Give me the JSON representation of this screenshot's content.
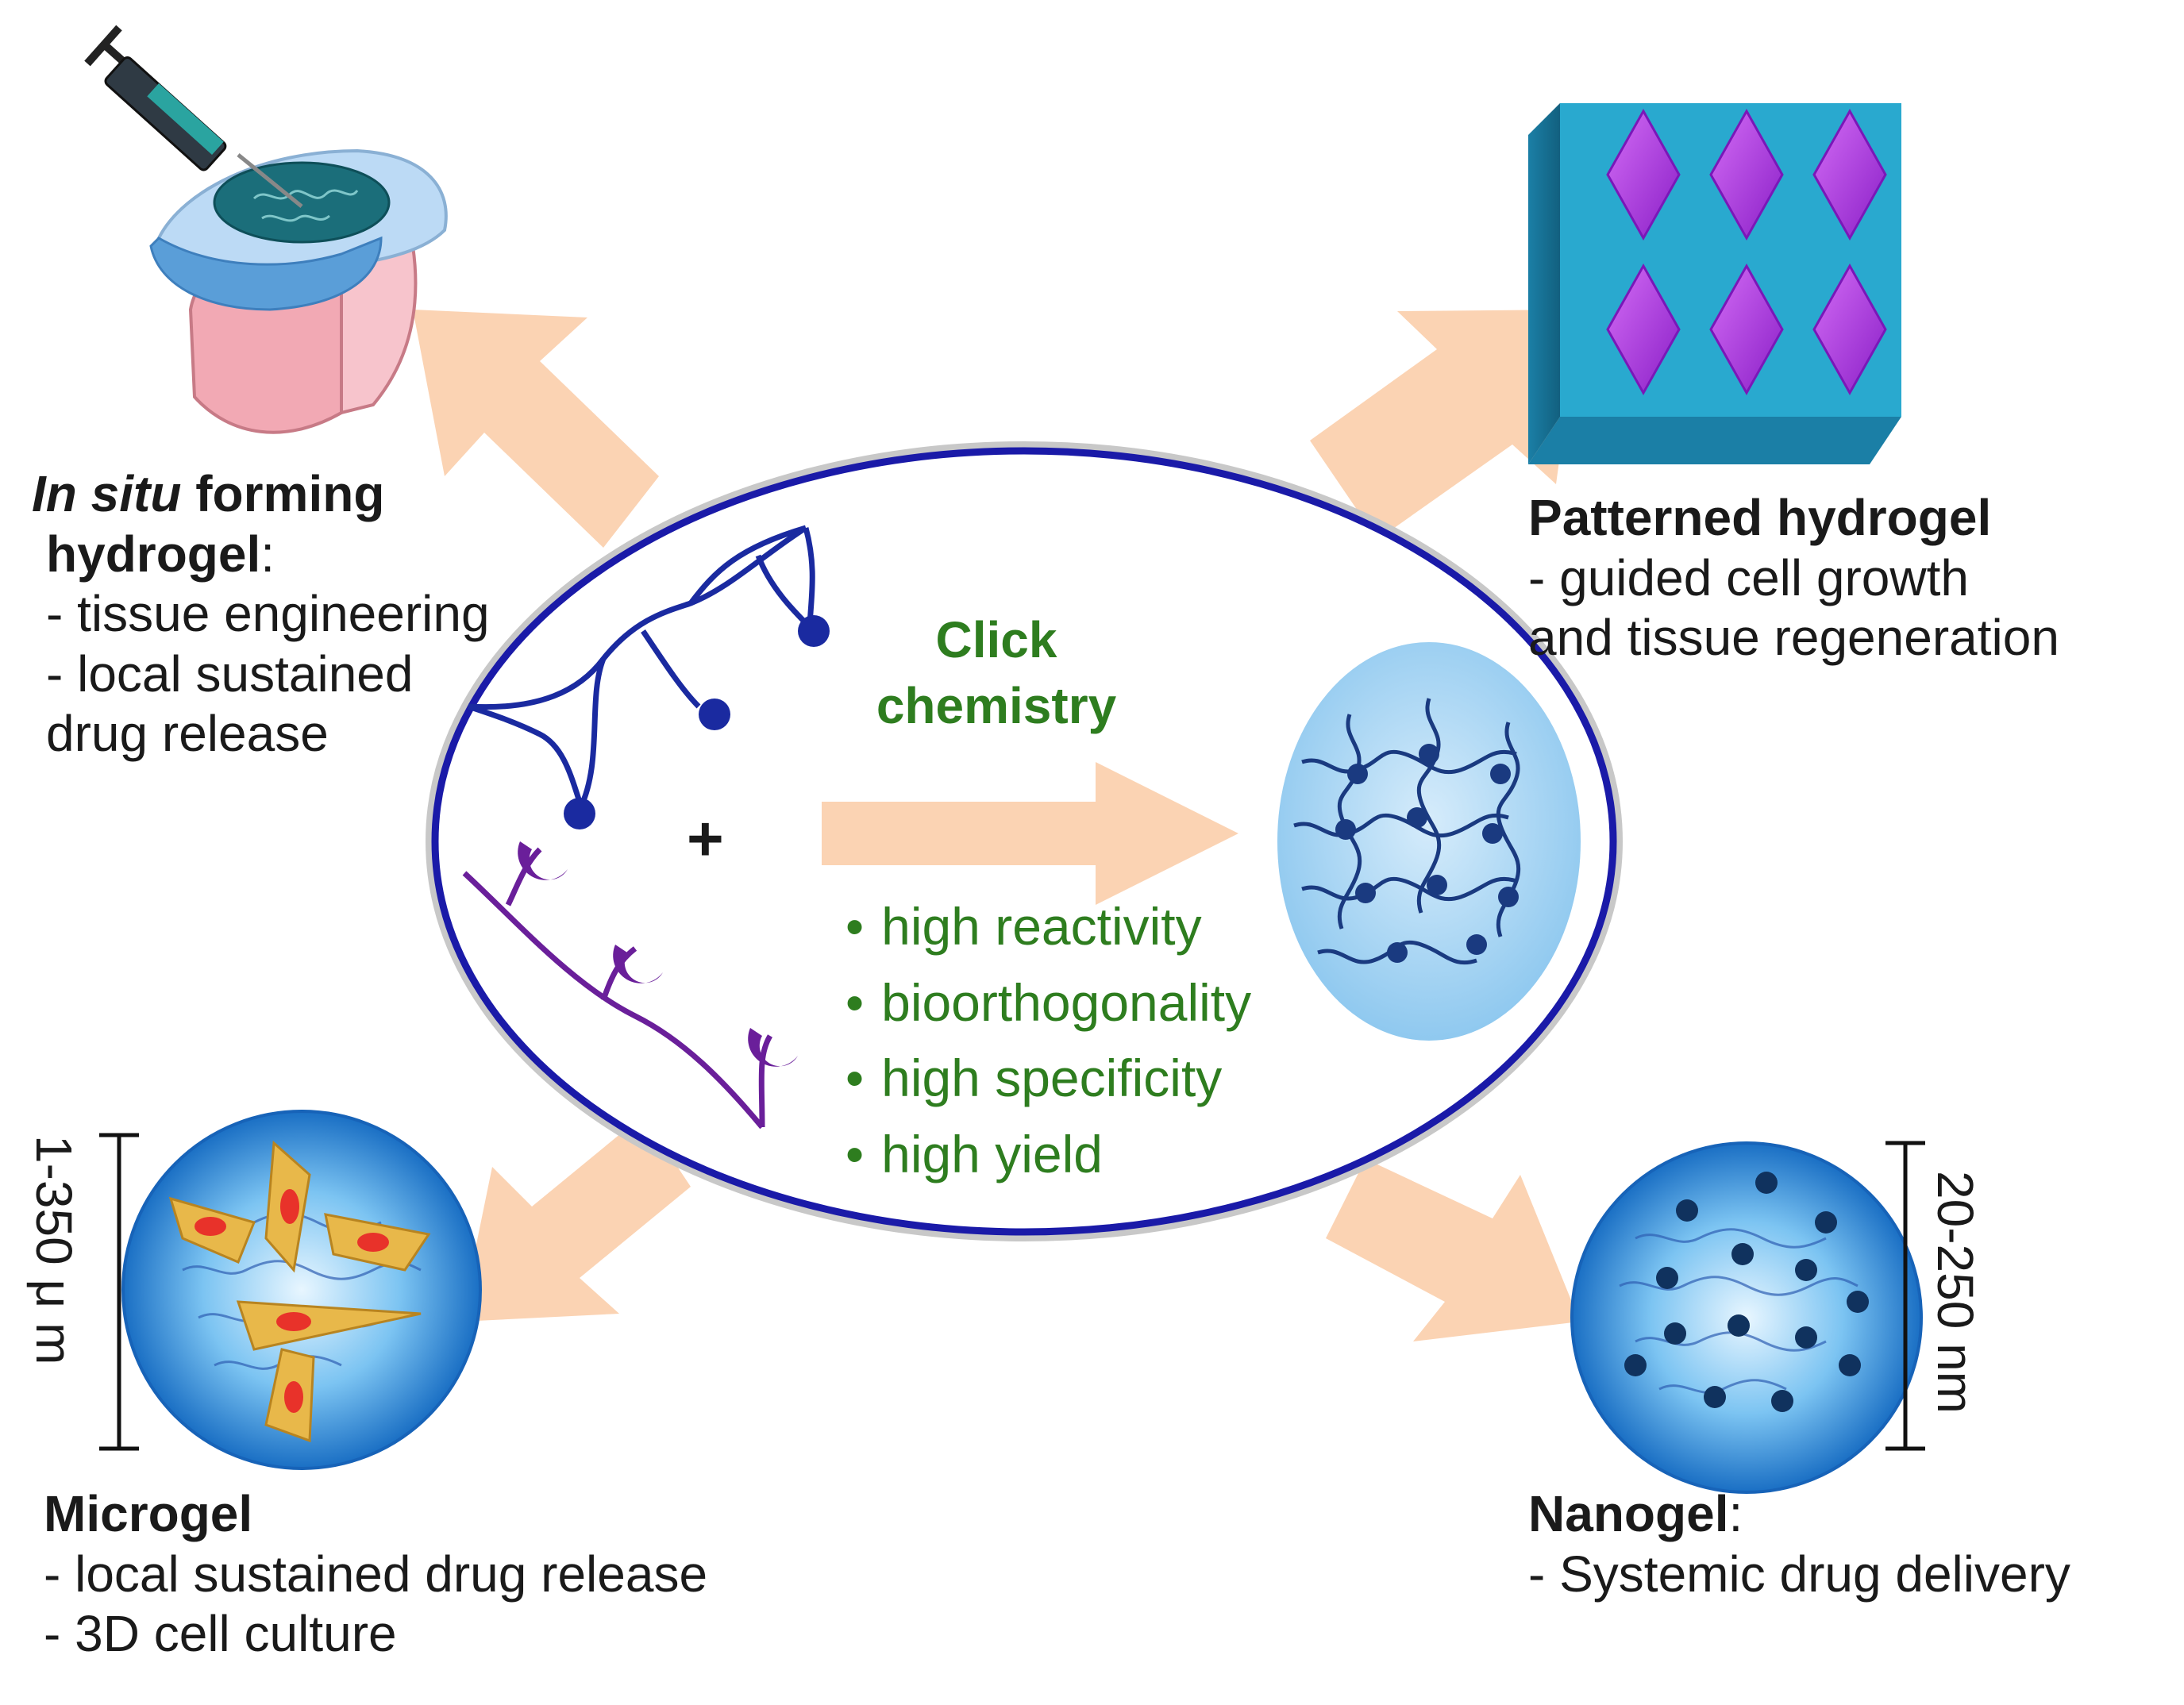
{
  "center": {
    "plus": "+",
    "click_title_1": "Click",
    "click_title_2": "chemistry",
    "properties": [
      "high reactivity",
      "bioorthogonality",
      "high specificity",
      "high yield"
    ]
  },
  "insitu": {
    "title_italic": "In situ",
    "title_rest": " forming",
    "title_line2": "hydrogel",
    "title_colon": ":",
    "lines": [
      "- tissue engineering",
      "- local sustained",
      "drug release"
    ]
  },
  "patterned": {
    "title": "Patterned hydrogel",
    "lines": [
      "- guided cell growth",
      "and tissue regeneration"
    ]
  },
  "microgel": {
    "title": "Microgel",
    "lines": [
      "- local sustained drug release",
      "- 3D cell culture"
    ],
    "size": "1-350 μ m"
  },
  "nanogel": {
    "title": "Nanogel",
    "title_colon": ":",
    "lines": [
      "- Systemic drug delivery"
    ],
    "size": "20-250 nm"
  },
  "colors": {
    "arrow": "#fbd3b3",
    "ellipse_stroke": "#1a1aa8",
    "polymer_blue": "#1a2aa0",
    "polymer_purple": "#6a1f9a",
    "text_green": "#2e7d1f",
    "gel_blue": "#2a86d6",
    "patterned_cube": "#29a9cf",
    "diamond": "#b02ee0"
  },
  "icons": [
    "syringe-icon",
    "tissue-icon",
    "patterned-cube-icon",
    "microgel-sphere-icon",
    "nanogel-sphere-icon",
    "network-gel-icon"
  ]
}
